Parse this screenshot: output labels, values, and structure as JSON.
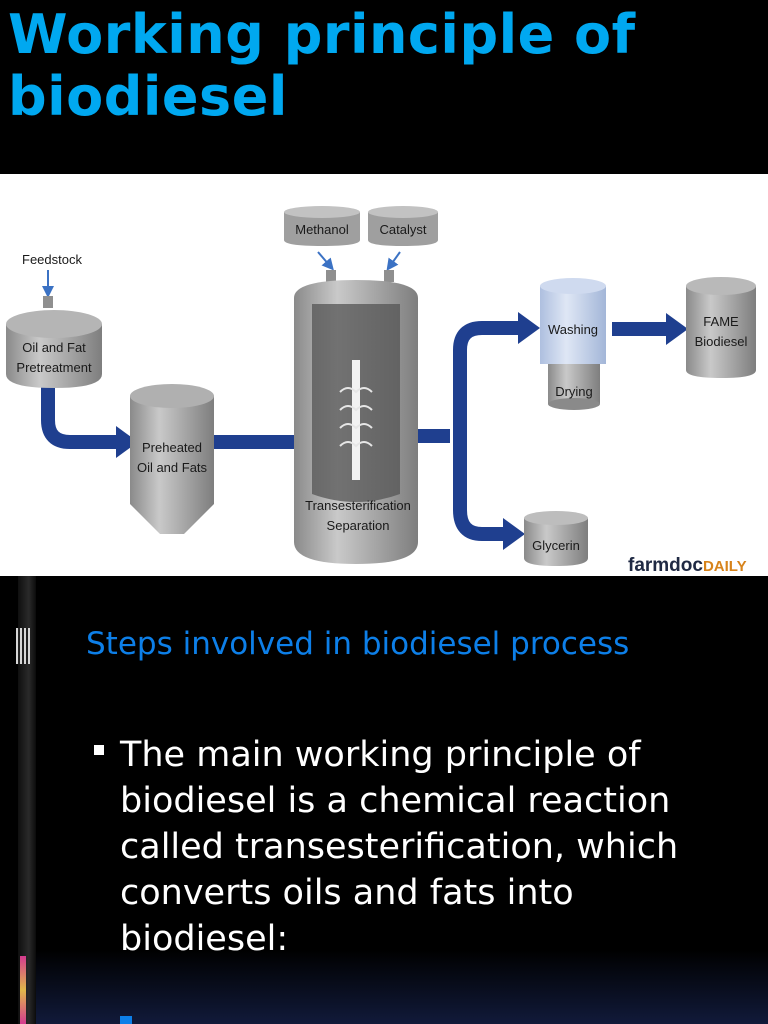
{
  "slide": {
    "title": "Working principle of biodiesel",
    "subtitle": "Steps involved in biodiesel process",
    "bullets": [
      "The main working principle of biodiesel is a chemical reaction called transesterification, which converts oils and fats into biodiesel:"
    ]
  },
  "diagram": {
    "labels": {
      "feedstock": "Feedstock",
      "pretreat_1": "Oil and Fat",
      "pretreat_2": "Pretreatment",
      "preheated_1": "Preheated",
      "preheated_2": "Oil and Fats",
      "methanol": "Methanol",
      "catalyst": "Catalyst",
      "reactor_1": "Transesterification",
      "reactor_2": "Separation",
      "washing": "Washing",
      "drying": "Drying",
      "fame_1": "FAME",
      "fame_2": "Biodiesel",
      "glycerin": "Glycerin"
    },
    "brand_a": "farmdoc",
    "brand_b": "DAILY",
    "colors": {
      "pipe": "#1f3f8f",
      "tank": "#9a9a9a",
      "washing_tank": "#b9c9e6"
    }
  }
}
